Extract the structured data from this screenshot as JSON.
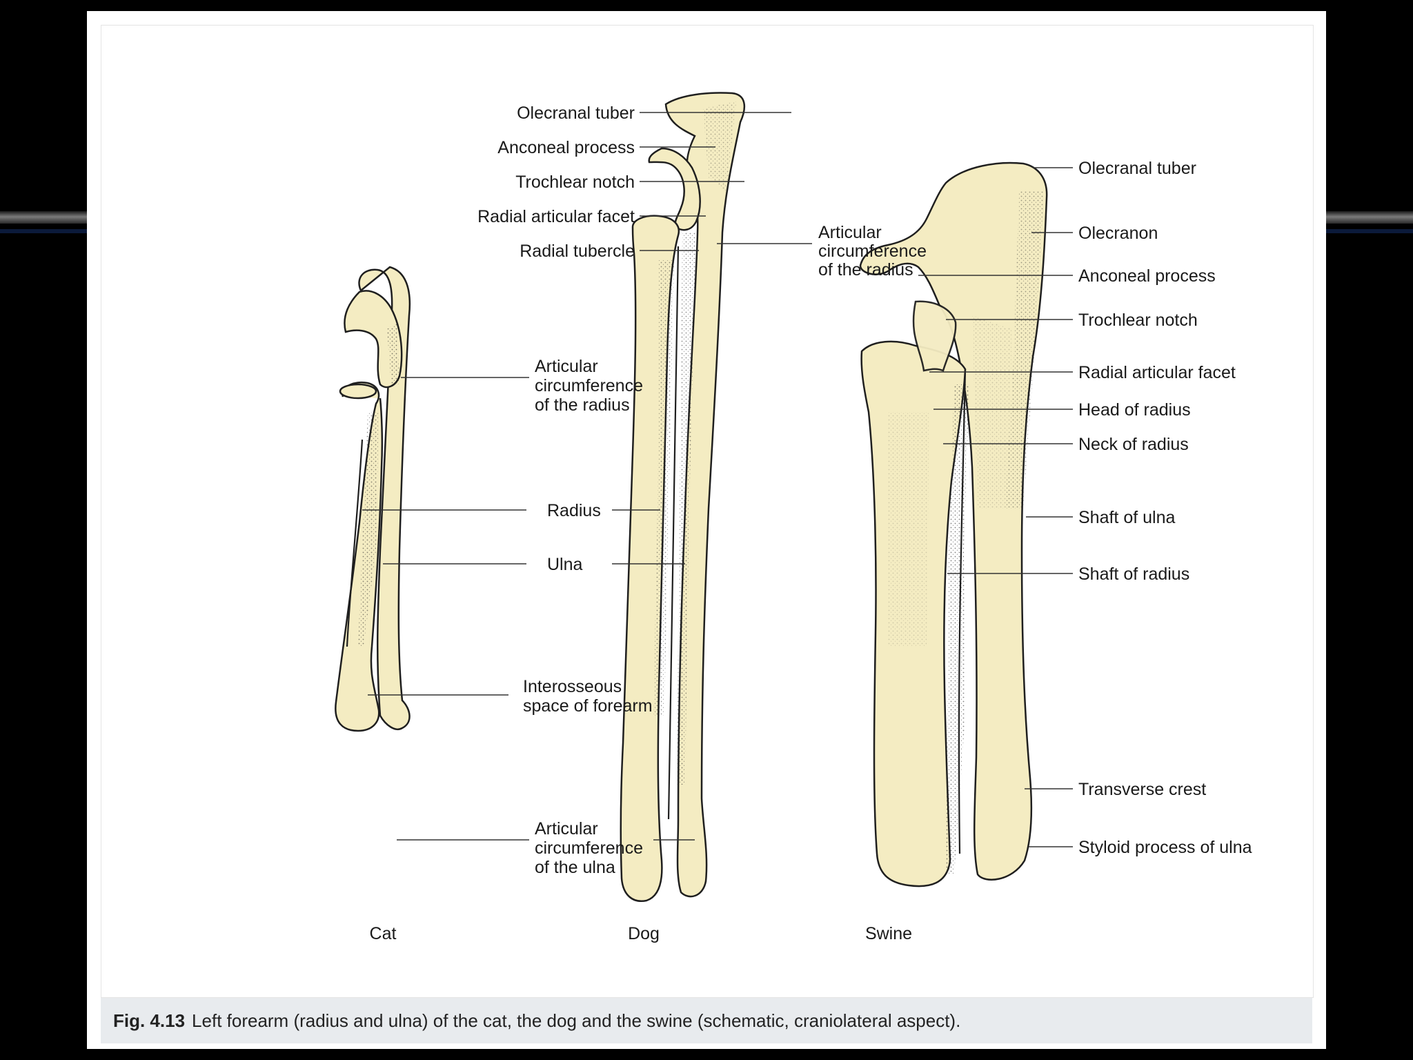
{
  "figure": {
    "number": "Fig. 4.13",
    "caption": "Left forearm (radius and ulna) of the cat, the dog and the swine (schematic, craniolateral aspect)."
  },
  "species": {
    "cat": "Cat",
    "dog": "Dog",
    "swine": "Swine"
  },
  "labels": {
    "dog_olecranal_tuber": "Olecranal tuber",
    "dog_anconeal_process": "Anconeal process",
    "dog_trochlear_notch": "Trochlear notch",
    "dog_radial_articular_facet": "Radial articular facet",
    "dog_radial_tubercle": "Radial tubercle",
    "dog_art_circ_radius": [
      "Articular",
      "circumference",
      "of the radius"
    ],
    "cat_art_circ_radius": [
      "Articular",
      "circumference",
      "of the radius"
    ],
    "radius": "Radius",
    "ulna": "Ulna",
    "interosseous": [
      "Interosseous",
      "space of forearm"
    ],
    "cat_art_circ_ulna": [
      "Articular",
      "circumference",
      "of the ulna"
    ],
    "swine_olecranal_tuber": "Olecranal tuber",
    "swine_olecranon": "Olecranon",
    "swine_anconeal_process": "Anconeal process",
    "swine_trochlear_notch": "Trochlear notch",
    "swine_radial_articular_facet": "Radial articular facet",
    "swine_head_of_radius": "Head of radius",
    "swine_neck_of_radius": "Neck of radius",
    "swine_shaft_of_ulna": "Shaft of ulna",
    "swine_shaft_of_radius": "Shaft of radius",
    "swine_transverse_crest": "Transverse crest",
    "swine_styloid_process": "Styloid process of ulna"
  }
}
